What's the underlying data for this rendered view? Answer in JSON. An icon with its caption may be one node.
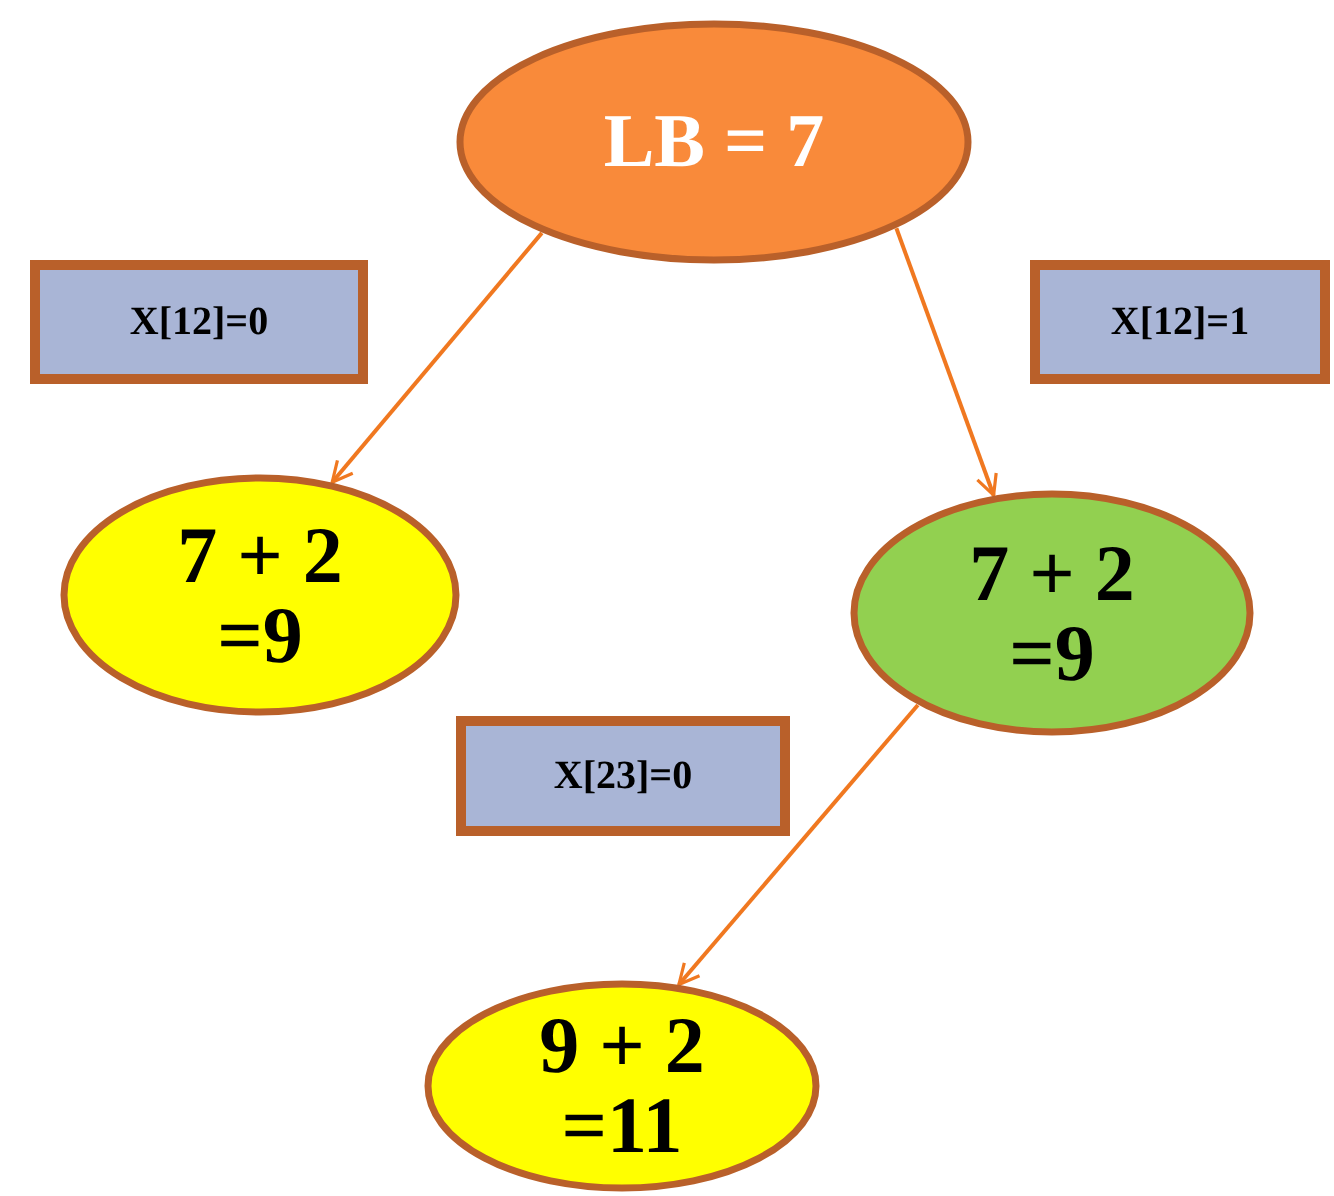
{
  "diagram": {
    "nodes": [
      {
        "text": [
          "LB = 7"
        ]
      },
      {
        "text": [
          "X[12]=0"
        ]
      },
      {
        "text": [
          "X[12]=1"
        ]
      },
      {
        "text": [
          "7 + 2 =9"
        ]
      },
      {
        "text": [
          "7 + 2 =9"
        ]
      },
      {
        "text": [
          "X[23]=0"
        ]
      },
      {
        "text": [
          "9 + 2 =11"
        ]
      }
    ],
    "edges": [
      {
        "from": 0,
        "to": 3,
        "arrow": "to"
      },
      {
        "from": 0,
        "to": 4,
        "arrow": "to"
      },
      {
        "from": 4,
        "to": 6,
        "arrow": "to"
      }
    ]
  }
}
